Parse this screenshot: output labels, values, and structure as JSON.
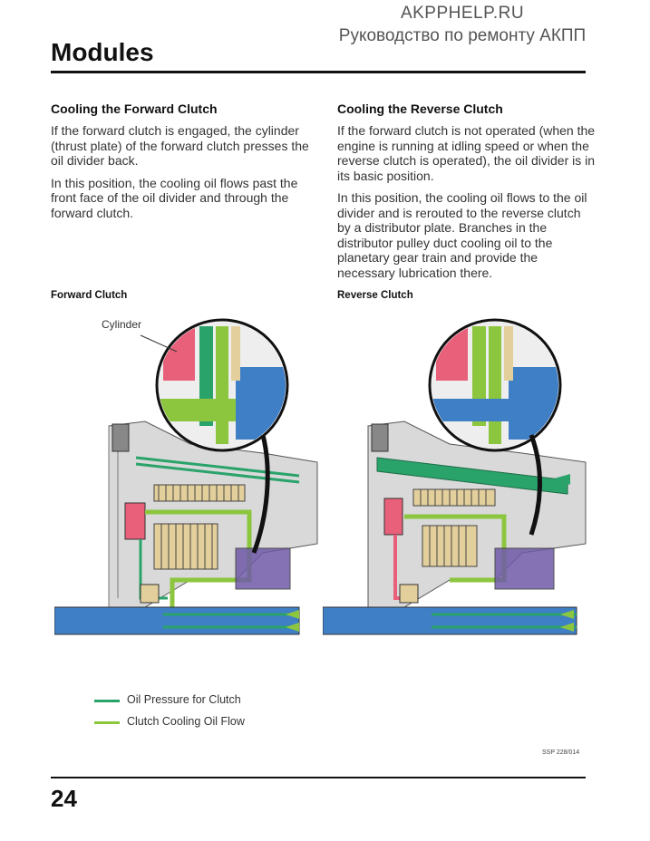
{
  "watermark": {
    "site": "AKPPHELP.RU",
    "description": "Руководство по ремонту АКПП"
  },
  "page": {
    "title": "Modules",
    "number": "24",
    "reference": "SSP 228/014"
  },
  "sections": {
    "forward": {
      "heading": "Cooling the Forward Clutch",
      "paragraphs": [
        "If the forward clutch is engaged, the cylinder (thrust plate) of the forward clutch presses the oil divider back.",
        "In this position, the cooling oil flows past the front face of the oil divider and through the forward clutch."
      ],
      "figure_label": "Forward Clutch",
      "callout": "Cylinder"
    },
    "reverse": {
      "heading": "Cooling the Reverse Clutch",
      "paragraphs": [
        "If the forward clutch is not operated (when the engine is running at idling speed or when the reverse clutch is operated), the oil divider is in its basic position.",
        "In this position, the cooling oil flows to the oil divider and is rerouted to the reverse clutch by a distributor plate. Branches in the distributor pulley duct cooling oil to the planetary gear train and provide the necessary lubrication there."
      ],
      "figure_label": "Reverse Clutch"
    }
  },
  "legend": [
    {
      "label": "Oil Pressure for Clutch",
      "color": "#2aa36b"
    },
    {
      "label": "Clutch Cooling Oil Flow",
      "color": "#8cc63f"
    }
  ],
  "colors": {
    "oil_pressure": "#2aa36b",
    "cooling_flow": "#8cc63f",
    "shaft_blue": "#3f7fc6",
    "housing_grey": "#d9d9d9",
    "pink": "#e8607a",
    "purple": "#6f5aa8",
    "tan": "#e3cf9c"
  }
}
